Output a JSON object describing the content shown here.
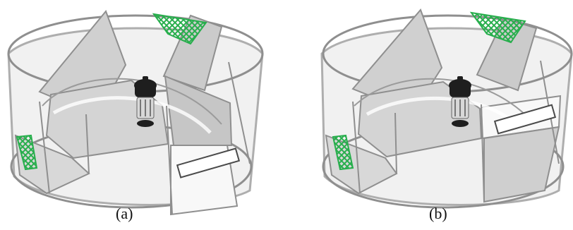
{
  "figure": {
    "panels": [
      {
        "id": "a",
        "label": "(a)"
      },
      {
        "id": "b",
        "label": "(b)"
      }
    ]
  },
  "colors": {
    "rim": "#8f8f8f",
    "panel_fill": "#cfcfcf",
    "panel_dark": "#bdbdbd",
    "plant": "#27ae4c",
    "lamp_dark": "#1e1e1e",
    "lamp_body": "#d8d8d8"
  }
}
